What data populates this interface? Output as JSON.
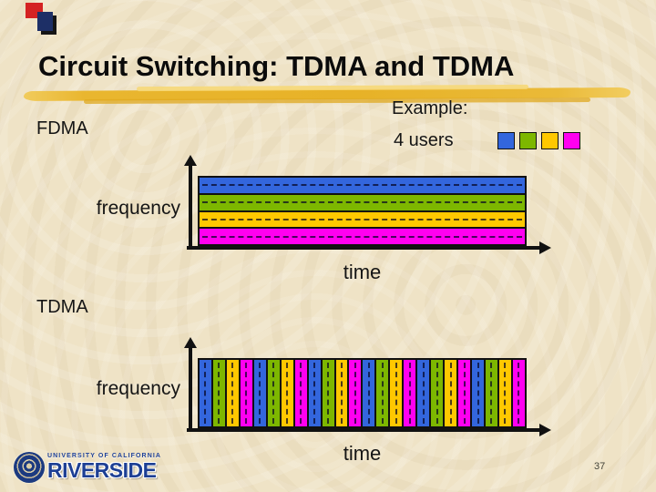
{
  "slide": {
    "title": "Circuit Switching: TDMA and TDMA",
    "page_number": "37"
  },
  "labels": {
    "example": "Example:",
    "users": "4 users",
    "fdma": "FDMA",
    "tdma": "TDMA",
    "frequency": "frequency",
    "time": "time"
  },
  "logo": {
    "line1": "UNIVERSITY OF CALIFORNIA",
    "line2": "RIVERSIDE"
  },
  "colors": {
    "background": "#efe3c6",
    "title_text": "#0b0b0b",
    "swoosh_gold": "#e7b227",
    "axis_black": "#101010",
    "logo_navy": "#1d3f94",
    "corner_red": "#d42222",
    "corner_navy": "#1d2f66"
  },
  "users": [
    {
      "name": "user1",
      "color": "#3366dd"
    },
    {
      "name": "user2",
      "color": "#7db700"
    },
    {
      "name": "user3",
      "color": "#ffc800"
    },
    {
      "name": "user4",
      "color": "#ff00f0"
    }
  ],
  "chart_data": [
    {
      "id": "fdma",
      "type": "area",
      "title": "FDMA",
      "ylabel": "frequency",
      "xlabel": "time",
      "scheme": "frequency-division",
      "bands_top_to_bottom": [
        "user1",
        "user2",
        "user3",
        "user4"
      ],
      "band_style": "solid color band with dashed dark center line, solid black separators",
      "note": "each of 4 users occupies one constant frequency band for all time"
    },
    {
      "id": "tdma",
      "type": "area",
      "title": "TDMA",
      "ylabel": "frequency",
      "xlabel": "time",
      "scheme": "time-division",
      "slot_count": 24,
      "slot_order_repeating": [
        "user1",
        "user2",
        "user3",
        "user4"
      ],
      "slot_style": "solid color vertical slot with dashed dark center line, solid black separators",
      "note": "time axis divided into 24 slots cycling among the 4 users"
    }
  ]
}
